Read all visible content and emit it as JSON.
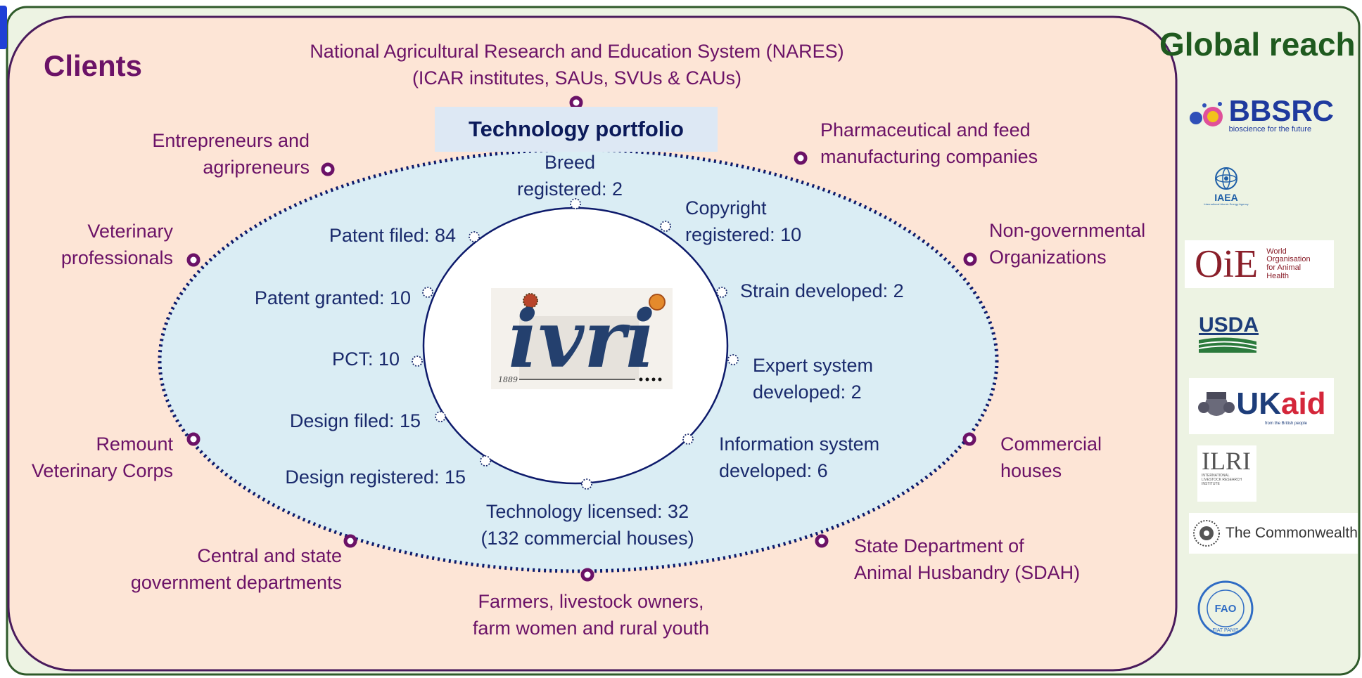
{
  "titles": {
    "clients": "Clients",
    "global_reach": "Global reach",
    "technology_portfolio": "Technology portfolio"
  },
  "clients": [
    {
      "id": "nares",
      "lines": [
        "National Agricultural Research and Education System (NARES)",
        "(ICAR institutes, SAUs, SVUs & CAUs)"
      ]
    },
    {
      "id": "entrepreneurs",
      "lines": [
        "Entrepreneurs and",
        "agripreneurs"
      ]
    },
    {
      "id": "pharma",
      "lines": [
        "Pharmaceutical and feed",
        "manufacturing companies"
      ]
    },
    {
      "id": "vets",
      "lines": [
        "Veterinary",
        "professionals"
      ]
    },
    {
      "id": "ngo",
      "lines": [
        "Non-governmental",
        "Organizations"
      ]
    },
    {
      "id": "remount",
      "lines": [
        "Remount",
        "Veterinary Corps"
      ]
    },
    {
      "id": "commercial",
      "lines": [
        "Commercial",
        "houses"
      ]
    },
    {
      "id": "govt",
      "lines": [
        "Central and state",
        "government departments"
      ]
    },
    {
      "id": "sdah",
      "lines": [
        "State Department of",
        "Animal Husbandry (SDAH)"
      ]
    },
    {
      "id": "farmers",
      "lines": [
        "Farmers, livestock owners,",
        "farm women and rural youth"
      ]
    }
  ],
  "portfolio": [
    {
      "id": "breed",
      "lines": [
        "Breed",
        "registered: 2"
      ]
    },
    {
      "id": "copyright",
      "lines": [
        "Copyright",
        "registered: 10"
      ]
    },
    {
      "id": "patent-filed",
      "lines": [
        "Patent filed: 84"
      ]
    },
    {
      "id": "strain",
      "lines": [
        "Strain developed: 2"
      ]
    },
    {
      "id": "patent-granted",
      "lines": [
        "Patent granted: 10"
      ]
    },
    {
      "id": "pct",
      "lines": [
        "PCT: 10"
      ]
    },
    {
      "id": "expert",
      "lines": [
        "Expert system",
        "developed: 2"
      ]
    },
    {
      "id": "design-filed",
      "lines": [
        "Design filed: 15"
      ]
    },
    {
      "id": "info",
      "lines": [
        "Information system",
        "developed: 6"
      ]
    },
    {
      "id": "design-registered",
      "lines": [
        "Design registered: 15"
      ]
    },
    {
      "id": "licensed",
      "lines": [
        "Technology licensed: 32",
        "(132 commercial houses)"
      ]
    }
  ],
  "center_logo": {
    "text": "ivri",
    "year": "1889"
  },
  "partners": [
    {
      "id": "bbsrc",
      "name": "BBSRC",
      "tagline": "bioscience for the future",
      "color": "#1f3a9e"
    },
    {
      "id": "iaea",
      "name": "IAEA",
      "tagline": "International Atomic Energy Agency",
      "color": "#1f5fa8"
    },
    {
      "id": "oie",
      "name": "OiE",
      "tagline_lines": [
        "World",
        "Organisation",
        "for Animal",
        "Health"
      ],
      "color": "#8a1f2a"
    },
    {
      "id": "usda",
      "name": "USDA",
      "color": "#1d3d7a"
    },
    {
      "id": "ukaid",
      "name_a": "UK",
      "name_b": "aid",
      "tagline": "from the British people",
      "color": "#1d3d7a",
      "accent": "#d4263a"
    },
    {
      "id": "ilri",
      "name": "ILRI",
      "tagline": "INTERNATIONAL LIVESTOCK RESEARCH INSTITUTE",
      "color": "#555555"
    },
    {
      "id": "commonwealth",
      "name": "The Commonwealth",
      "color": "#333333"
    },
    {
      "id": "fao",
      "name": "FAO",
      "tagline": "FIAT PANIS",
      "color": "#2f6cc4"
    }
  ],
  "colors": {
    "page_bg": "#edf3e3",
    "page_border": "#2f5a2a",
    "clients_bg": "#fde5d6",
    "clients_border": "#4a1b5c",
    "ellipse_fill": "#daedf4",
    "ellipse_border": "#0d1a6b",
    "client_text": "#6b1267",
    "tech_text": "#1a2a6c",
    "global_title": "#1f5a1f"
  }
}
